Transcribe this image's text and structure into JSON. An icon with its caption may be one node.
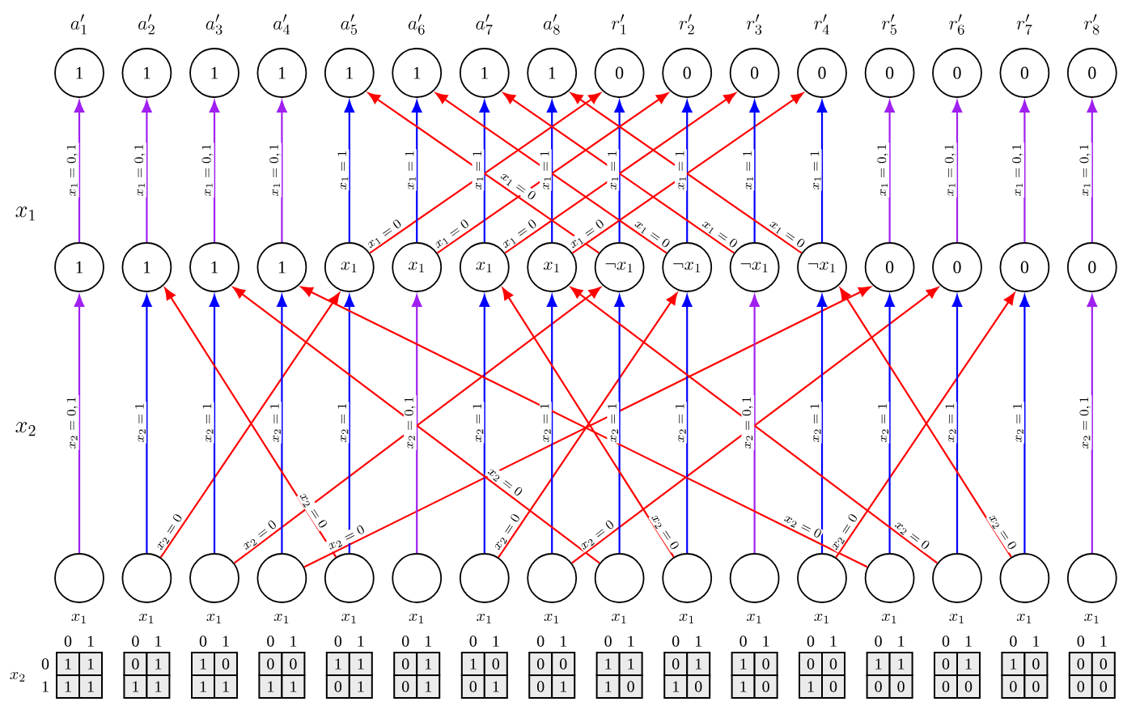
{
  "diagram": {
    "nodes": [
      {
        "text": [
          "1"
        ],
        "beside": [
          "a'_1"
        ]
      },
      {
        "text": [
          "1"
        ],
        "beside": [
          "a'_2"
        ]
      },
      {
        "text": [
          "1"
        ],
        "beside": [
          "a'_3"
        ]
      },
      {
        "text": [
          "1"
        ],
        "beside": [
          "a'_4"
        ]
      },
      {
        "text": [
          "1"
        ],
        "beside": [
          "a'_5"
        ]
      },
      {
        "text": [
          "1"
        ],
        "beside": [
          "a'_6"
        ]
      },
      {
        "text": [
          "1"
        ],
        "beside": [
          "a'_7"
        ]
      },
      {
        "text": [
          "1"
        ],
        "beside": [
          "a'_8"
        ]
      },
      {
        "text": [
          "0"
        ],
        "beside": [
          "r'_1"
        ]
      },
      {
        "text": [
          "0"
        ],
        "beside": [
          "r'_2"
        ]
      },
      {
        "text": [
          "0"
        ],
        "beside": [
          "r'_3"
        ]
      },
      {
        "text": [
          "0"
        ],
        "beside": [
          "r'_4"
        ]
      },
      {
        "text": [
          "0"
        ],
        "beside": [
          "r'_5"
        ]
      },
      {
        "text": [
          "0"
        ],
        "beside": [
          "r'_6"
        ]
      },
      {
        "text": [
          "0"
        ],
        "beside": [
          "r'_7"
        ]
      },
      {
        "text": [
          "0"
        ],
        "beside": [
          "r'_8"
        ]
      },
      {
        "text": [
          "1"
        ]
      },
      {
        "text": [
          "1"
        ]
      },
      {
        "text": [
          "1"
        ]
      },
      {
        "text": [
          "1"
        ]
      },
      {
        "text": [
          "x_1"
        ]
      },
      {
        "text": [
          "x_1"
        ]
      },
      {
        "text": [
          "x_1"
        ]
      },
      {
        "text": [
          "x_1"
        ]
      },
      {
        "text": [
          "\\neg x_1"
        ]
      },
      {
        "text": [
          "\\neg x_1"
        ]
      },
      {
        "text": [
          "\\neg x_1"
        ]
      },
      {
        "text": [
          "\\neg x_1"
        ]
      },
      {
        "text": [
          "0"
        ]
      },
      {
        "text": [
          "0"
        ]
      },
      {
        "text": [
          "0"
        ]
      },
      {
        "text": [
          "0"
        ]
      },
      {
        "text": [],
        "shape": "circle"
      },
      {
        "text": [],
        "shape": "circle"
      },
      {
        "text": [],
        "shape": "circle"
      },
      {
        "text": [],
        "shape": "circle"
      },
      {
        "text": [],
        "shape": "circle"
      },
      {
        "text": [],
        "shape": "circle"
      },
      {
        "text": [],
        "shape": "circle"
      },
      {
        "text": [],
        "shape": "circle"
      },
      {
        "text": [],
        "shape": "circle"
      },
      {
        "text": [],
        "shape": "circle"
      },
      {
        "text": [],
        "shape": "circle"
      },
      {
        "text": [],
        "shape": "circle"
      },
      {
        "text": [],
        "shape": "circle"
      },
      {
        "text": [],
        "shape": "circle"
      },
      {
        "text": [],
        "shape": "circle"
      },
      {
        "text": [],
        "shape": "circle"
      }
    ],
    "edges": [
      {
        "from": 16,
        "to": 0,
        "arrow": "to",
        "label": "x_1 = 0,1",
        "color": "#a020f0"
      },
      {
        "from": 17,
        "to": 1,
        "arrow": "to",
        "label": "x_1 = 0,1",
        "color": "#a020f0"
      },
      {
        "from": 18,
        "to": 2,
        "arrow": "to",
        "label": "x_1 = 0,1",
        "color": "#a020f0"
      },
      {
        "from": 19,
        "to": 3,
        "arrow": "to",
        "label": "x_1 = 0,1",
        "color": "#a020f0"
      },
      {
        "from": 20,
        "to": 4,
        "arrow": "to",
        "label": "x_1 = 1",
        "color": "#0000ff"
      },
      {
        "from": 20,
        "to": 8,
        "arrow": "to",
        "label": "x_1 = 0",
        "color": "#ff0000"
      },
      {
        "from": 21,
        "to": 5,
        "arrow": "to",
        "label": "x_1 = 1",
        "color": "#0000ff"
      },
      {
        "from": 21,
        "to": 9,
        "arrow": "to",
        "label": "x_1 = 0",
        "color": "#ff0000"
      },
      {
        "from": 22,
        "to": 6,
        "arrow": "to",
        "label": "x_1 = 1",
        "color": "#0000ff"
      },
      {
        "from": 22,
        "to": 10,
        "arrow": "to",
        "label": "x_1 = 0",
        "color": "#ff0000"
      },
      {
        "from": 23,
        "to": 7,
        "arrow": "to",
        "label": "x_1 = 1",
        "color": "#0000ff"
      },
      {
        "from": 23,
        "to": 11,
        "arrow": "to",
        "label": "x_1 = 0",
        "color": "#ff0000"
      },
      {
        "from": 24,
        "to": 8,
        "arrow": "to",
        "label": "x_1 = 1",
        "color": "#0000ff"
      },
      {
        "from": 24,
        "to": 4,
        "arrow": "to",
        "label": "x_1 = 0",
        "color": "#ff0000"
      },
      {
        "from": 25,
        "to": 9,
        "arrow": "to",
        "label": "x_1 = 1",
        "color": "#0000ff"
      },
      {
        "from": 25,
        "to": 5,
        "arrow": "to",
        "label": "x_1 = 0",
        "color": "#ff0000"
      },
      {
        "from": 26,
        "to": 10,
        "arrow": "to",
        "label": "x_1 = 1",
        "color": "#0000ff"
      },
      {
        "from": 26,
        "to": 6,
        "arrow": "to",
        "label": "x_1 = 0",
        "color": "#ff0000"
      },
      {
        "from": 27,
        "to": 11,
        "arrow": "to",
        "label": "x_1 = 1",
        "color": "#0000ff"
      },
      {
        "from": 27,
        "to": 7,
        "arrow": "to",
        "label": "x_1 = 0",
        "color": "#ff0000"
      },
      {
        "from": 28,
        "to": 12,
        "arrow": "to",
        "label": "x_1 = 0,1",
        "color": "#a020f0"
      },
      {
        "from": 29,
        "to": 13,
        "arrow": "to",
        "label": "x_1 = 0,1",
        "color": "#a020f0"
      },
      {
        "from": 30,
        "to": 14,
        "arrow": "to",
        "label": "x_1 = 0,1",
        "color": "#a020f0"
      },
      {
        "from": 31,
        "to": 15,
        "arrow": "to",
        "label": "x_1 = 0,1",
        "color": "#a020f0"
      },
      {
        "from": 32,
        "to": 16,
        "arrow": "to",
        "label": "x_2 = 0,1",
        "color": "#a020f0"
      },
      {
        "from": 33,
        "to": 17,
        "arrow": "to",
        "label": "x_2 = 1",
        "color": "#0000ff"
      },
      {
        "from": 33,
        "to": 20,
        "arrow": "to",
        "label": "x_2 = 0",
        "color": "#ff0000"
      },
      {
        "from": 34,
        "to": 18,
        "arrow": "to",
        "label": "x_2 = 1",
        "color": "#0000ff"
      },
      {
        "from": 34,
        "to": 24,
        "arrow": "to",
        "label": "x_2 = 0",
        "color": "#ff0000"
      },
      {
        "from": 35,
        "to": 19,
        "arrow": "to",
        "label": "x_2 = 1",
        "color": "#0000ff"
      },
      {
        "from": 35,
        "to": 28,
        "arrow": "to",
        "label": "x_2 = 0",
        "color": "#ff0000"
      },
      {
        "from": 36,
        "to": 20,
        "arrow": "to",
        "label": "x_2 = 1",
        "color": "#0000ff"
      },
      {
        "from": 36,
        "to": 17,
        "arrow": "to",
        "label": "x_2 = 0",
        "color": "#ff0000"
      },
      {
        "from": 37,
        "to": 21,
        "arrow": "to",
        "label": "x_2 = 0,1",
        "color": "#a020f0"
      },
      {
        "from": 38,
        "to": 22,
        "arrow": "to",
        "label": "x_2 = 1",
        "color": "#0000ff"
      },
      {
        "from": 38,
        "to": 25,
        "arrow": "to",
        "label": "x_2 = 0",
        "color": "#ff0000"
      },
      {
        "from": 39,
        "to": 23,
        "arrow": "to",
        "label": "x_2 = 1",
        "color": "#0000ff"
      },
      {
        "from": 39,
        "to": 29,
        "arrow": "to",
        "label": "x_2 = 0",
        "color": "#ff0000"
      },
      {
        "from": 40,
        "to": 24,
        "arrow": "to",
        "label": "x_2 = 1",
        "color": "#0000ff"
      },
      {
        "from": 40,
        "to": 18,
        "arrow": "to",
        "label": "x_2 = 0",
        "color": "#ff0000"
      },
      {
        "from": 41,
        "to": 25,
        "arrow": "to",
        "label": "x_2 = 1",
        "color": "#0000ff"
      },
      {
        "from": 41,
        "to": 22,
        "arrow": "to",
        "label": "x_2 = 0",
        "color": "#ff0000"
      },
      {
        "from": 42,
        "to": 26,
        "arrow": "to",
        "label": "x_2 = 0,1",
        "color": "#a020f0"
      },
      {
        "from": 43,
        "to": 27,
        "arrow": "to",
        "label": "x_2 = 1",
        "color": "#0000ff"
      },
      {
        "from": 43,
        "to": 30,
        "arrow": "to",
        "label": "x_2 = 0",
        "color": "#ff0000"
      },
      {
        "from": 44,
        "to": 28,
        "arrow": "to",
        "label": "x_2 = 1",
        "color": "#0000ff"
      },
      {
        "from": 44,
        "to": 19,
        "arrow": "to",
        "label": "x_2 = 0",
        "color": "#ff0000"
      },
      {
        "from": 45,
        "to": 29,
        "arrow": "to",
        "label": "x_2 = 1",
        "color": "#0000ff"
      },
      {
        "from": 45,
        "to": 23,
        "arrow": "to",
        "label": "x_2 = 0",
        "color": "#ff0000"
      },
      {
        "from": 46,
        "to": 30,
        "arrow": "to",
        "label": "x_2 = 1",
        "color": "#0000ff"
      },
      {
        "from": 46,
        "to": 27,
        "arrow": "to",
        "label": "x_2 = 0",
        "color": "#ff0000"
      },
      {
        "from": 47,
        "to": 31,
        "arrow": "to",
        "label": "x_2 = 0,1",
        "color": "#a020f0"
      }
    ],
    "labels": [
      "x_1",
      "x_2",
      "x_2",
      "0",
      "1",
      "x_1",
      "0",
      "1",
      "1",
      "1",
      "1",
      "1",
      "x_1",
      "0",
      "1",
      "0",
      "1",
      "1",
      "1",
      "x_1",
      "0",
      "1",
      "1",
      "0",
      "1",
      "1",
      "x_1",
      "0",
      "1",
      "0",
      "0",
      "1",
      "1",
      "x_1",
      "0",
      "1",
      "1",
      "1",
      "0",
      "1",
      "x_1",
      "0",
      "1",
      "0",
      "1",
      "0",
      "1",
      "x_1",
      "0",
      "1",
      "1",
      "0",
      "0",
      "1",
      "x_1",
      "0",
      "1",
      "0",
      "0",
      "0",
      "1",
      "x_1",
      "0",
      "1",
      "1",
      "1",
      "1",
      "0",
      "x_1",
      "0",
      "1",
      "0",
      "1",
      "1",
      "0",
      "x_1",
      "0",
      "1",
      "1",
      "0",
      "1",
      "0",
      "x_1",
      "0",
      "1",
      "0",
      "0",
      "1",
      "0",
      "x_1",
      "0",
      "1",
      "1",
      "1",
      "0",
      "0",
      "x_1",
      "0",
      "1",
      "0",
      "1",
      "0",
      "0",
      "x_1",
      "0",
      "1",
      "1",
      "0",
      "0",
      "0",
      "x_1",
      "0",
      "1",
      "0",
      "0",
      "0",
      "0"
    ]
  }
}
